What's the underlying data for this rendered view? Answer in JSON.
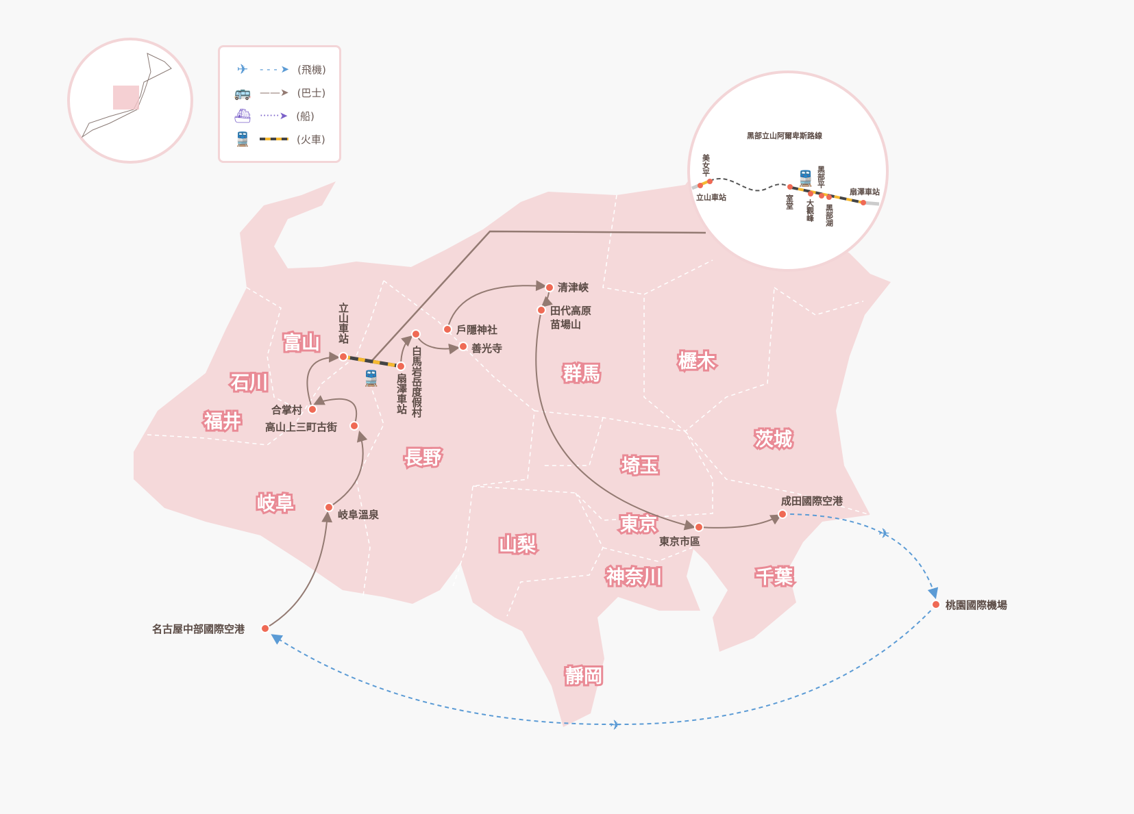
{
  "legend": [
    {
      "icon": "airplane-icon",
      "label": "(飛機)",
      "color": "#5b9bd5"
    },
    {
      "icon": "bus-icon",
      "label": "(巴士)",
      "color": "#937a72"
    },
    {
      "icon": "ship-icon",
      "label": "(船)",
      "color": "#7b61c9"
    },
    {
      "icon": "train-icon",
      "label": "(火車)",
      "color": "#f5b830"
    }
  ],
  "prefectures": [
    "富山",
    "石川",
    "福井",
    "岐阜",
    "長野",
    "群馬",
    "櫪木",
    "茨城",
    "埼玉",
    "東京",
    "山梨",
    "神奈川",
    "千葉",
    "靜岡"
  ],
  "places": {
    "tateyama": "立山車站",
    "ogizawa": "扇澤車站",
    "hakuba": "白馬岩岳度假村",
    "togakushi": "戶隱神社",
    "zenkoji": "善光寺",
    "kiyotsu": "清津峽",
    "tashiro1": "田代高原",
    "tashiro2": "苗場山",
    "gassho": "合掌村",
    "takayama": "高山上三町古街",
    "gero": "岐阜溫泉",
    "tokyo": "東京市區",
    "narita": "成田國際空港",
    "taoyuan": "桃園國際機場",
    "nagoya": "名古屋中部國際空港"
  },
  "inset": {
    "title": "黑部立山阿爾卑斯路線",
    "stations": {
      "tateyama": "立山車站",
      "bijodaira": "美女平",
      "murodo": "室堂",
      "daikanbo": "大觀峰",
      "kurobedaira": "黑部平",
      "kurobeko": "黑部湖",
      "ogizawa": "扇澤車站"
    }
  },
  "colors": {
    "land": "#f5d9da",
    "pin": "#ef6a55",
    "bus": "#937a72",
    "plane": "#5b9bd5"
  }
}
